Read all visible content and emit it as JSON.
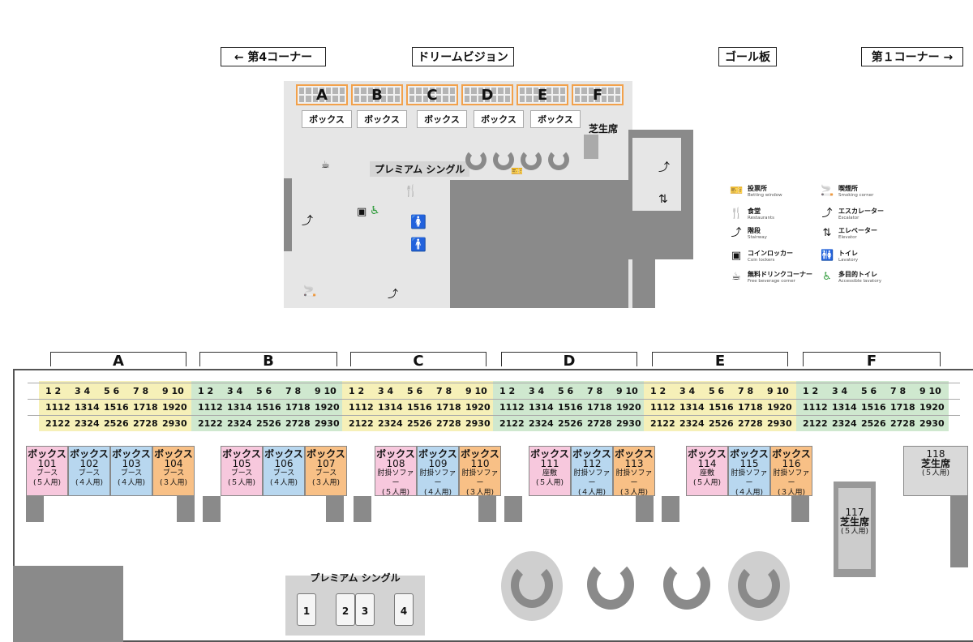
{
  "top_labels": {
    "corner4": "← 第4コーナー",
    "dream_vision": "ドリームビジョン",
    "goal": "ゴール板",
    "corner1": "第１コーナー →"
  },
  "upper": {
    "sections": [
      "A",
      "B",
      "C",
      "D",
      "E",
      "F"
    ],
    "box_label": "ボックス",
    "shiba": "芝生席",
    "premium_single": "プレミアム シングル"
  },
  "legend": [
    {
      "jp": "投票所",
      "en": "Betting window",
      "icon": "betting-icon",
      "glyph": "🎫"
    },
    {
      "jp": "喫煙所",
      "en": "Smoking corner",
      "icon": "smoking-icon",
      "glyph": "🚬"
    },
    {
      "jp": "食堂",
      "en": "Restaurants",
      "icon": "restaurant-icon",
      "glyph": "🍴"
    },
    {
      "jp": "エスカレーター",
      "en": "Escalator",
      "icon": "escalator-icon",
      "glyph": "⤴"
    },
    {
      "jp": "階段",
      "en": "Stairway",
      "icon": "stairway-icon",
      "glyph": "⤴"
    },
    {
      "jp": "エレベーター",
      "en": "Elevator",
      "icon": "elevator-icon",
      "glyph": "⇅"
    },
    {
      "jp": "コインロッカー",
      "en": "Coin lockers",
      "icon": "locker-icon",
      "glyph": "▣"
    },
    {
      "jp": "トイレ",
      "en": "Lavatory",
      "icon": "lavatory-icon",
      "glyph": "🚻"
    },
    {
      "jp": "無料ドリンクコーナー",
      "en": "Free beverage corner",
      "icon": "beverage-icon",
      "glyph": "☕"
    },
    {
      "jp": "多目的トイレ",
      "en": "Accessible lavatory",
      "icon": "accessible-icon",
      "glyph": "♿"
    }
  ],
  "lower": {
    "sections": [
      "A",
      "B",
      "C",
      "D",
      "E",
      "F"
    ],
    "rows": [
      [
        "1 2",
        "3 4",
        "5 6",
        "7 8",
        "9 10"
      ],
      [
        "1112",
        "1314",
        "1516",
        "1718",
        "1920"
      ],
      [
        "2122",
        "2324",
        "2526",
        "2728",
        "2930"
      ]
    ],
    "boxes": [
      {
        "t": "ボックス",
        "n": "101",
        "s": "ブース",
        "c": "(５人用)",
        "color": "pink"
      },
      {
        "t": "ボックス",
        "n": "102",
        "s": "ブース",
        "c": "(４人用)",
        "color": "blue"
      },
      {
        "t": "ボックス",
        "n": "103",
        "s": "ブース",
        "c": "(４人用)",
        "color": "blue"
      },
      {
        "t": "ボックス",
        "n": "104",
        "s": "ブース",
        "c": "(３人用)",
        "color": "orange"
      },
      {
        "t": "ボックス",
        "n": "105",
        "s": "ブース",
        "c": "(５人用)",
        "color": "pink"
      },
      {
        "t": "ボックス",
        "n": "106",
        "s": "ブース",
        "c": "(４人用)",
        "color": "blue"
      },
      {
        "t": "ボックス",
        "n": "107",
        "s": "ブース",
        "c": "(３人用)",
        "color": "orange"
      },
      {
        "t": "ボックス",
        "n": "108",
        "s": "肘掛ソファー",
        "c": "(５人用)",
        "color": "pink"
      },
      {
        "t": "ボックス",
        "n": "109",
        "s": "肘掛ソファー",
        "c": "(４人用)",
        "color": "blue"
      },
      {
        "t": "ボックス",
        "n": "110",
        "s": "肘掛ソファー",
        "c": "(３人用)",
        "color": "orange"
      },
      {
        "t": "ボックス",
        "n": "111",
        "s": "座敷",
        "c": "(５人用)",
        "color": "pink"
      },
      {
        "t": "ボックス",
        "n": "112",
        "s": "肘掛ソファー",
        "c": "(４人用)",
        "color": "blue"
      },
      {
        "t": "ボックス",
        "n": "113",
        "s": "肘掛ソファー",
        "c": "(３人用)",
        "color": "orange"
      },
      {
        "t": "ボックス",
        "n": "114",
        "s": "座敷",
        "c": "(５人用)",
        "color": "pink"
      },
      {
        "t": "ボックス",
        "n": "115",
        "s": "肘掛ソファー",
        "c": "(４人用)",
        "color": "blue"
      },
      {
        "t": "ボックス",
        "n": "116",
        "s": "肘掛ソファー",
        "c": "(３人用)",
        "color": "orange"
      }
    ],
    "shiba118": {
      "n": "118",
      "t": "芝生席",
      "c": "(５人用)"
    },
    "shiba117": {
      "n": "117",
      "t": "芝生席",
      "c": "(５人用)"
    },
    "premium": {
      "title": "プレミアム シングル",
      "seats": [
        "1",
        "2",
        "3",
        "4"
      ]
    }
  },
  "colors": {
    "yellow": "#f6f0b8",
    "green": "#cfe8cf",
    "pink": "#f7c8dd",
    "blue": "#b8d7ef",
    "orange": "#f8c086",
    "accent": "#f2a14b"
  }
}
